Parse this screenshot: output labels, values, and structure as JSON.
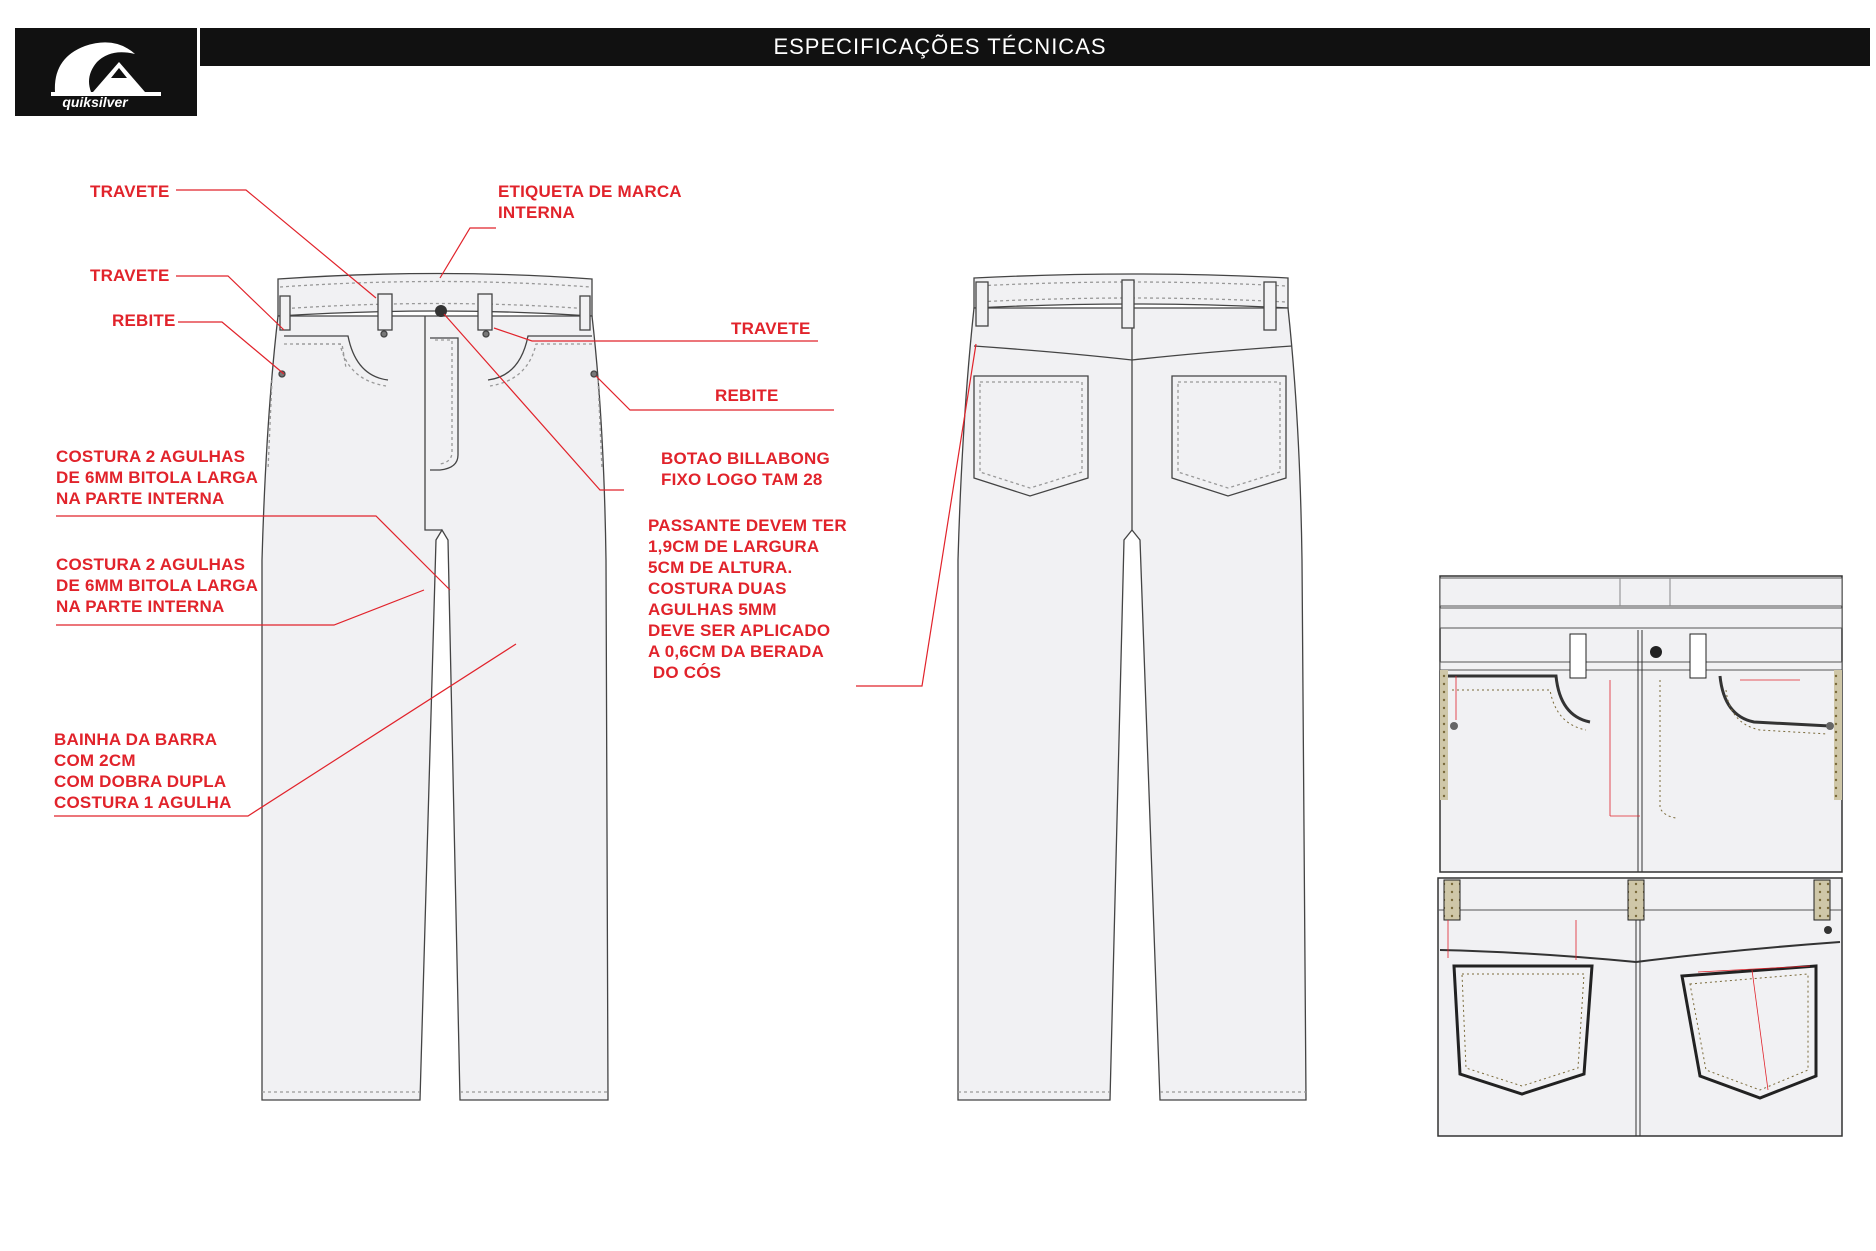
{
  "header": {
    "title": "ESPECIFICAÇÕES TÉCNICAS",
    "brand_logo_text": "quiksilver"
  },
  "colors": {
    "annotation_red": "#e1232b",
    "header_black": "#111111",
    "garment_fill": "#f1f1f3"
  },
  "callouts": {
    "travete_top": "TRAVETE",
    "travete_mid": "TRAVETE",
    "rebite_left": "REBITE",
    "etiqueta": [
      "ETIQUETA DE MARCA",
      "INTERNA"
    ],
    "travete_right": "TRAVETE",
    "rebite_right": "REBITE",
    "botao": [
      "BOTAO BILLABONG",
      "FIXO LOGO TAM 28"
    ],
    "costura_1": [
      "COSTURA 2 AGULHAS",
      "DE 6MM BITOLA LARGA",
      "NA PARTE INTERNA"
    ],
    "costura_2": [
      "COSTURA 2 AGULHAS",
      "DE 6MM BITOLA LARGA",
      "NA PARTE INTERNA"
    ],
    "passante": [
      "PASSANTE DEVEM TER",
      "1,9CM DE LARGURA",
      "5CM DE ALTURA.",
      "COSTURA DUAS",
      "AGULHAS 5MM",
      "DEVE SER APLICADO",
      "A 0,6CM DA BERADA",
      " DO CÓS"
    ],
    "bainha": [
      "BAINHA DA BARRA",
      "COM 2CM",
      "COM DOBRA DUPLA",
      "COSTURA 1 AGULHA"
    ]
  }
}
